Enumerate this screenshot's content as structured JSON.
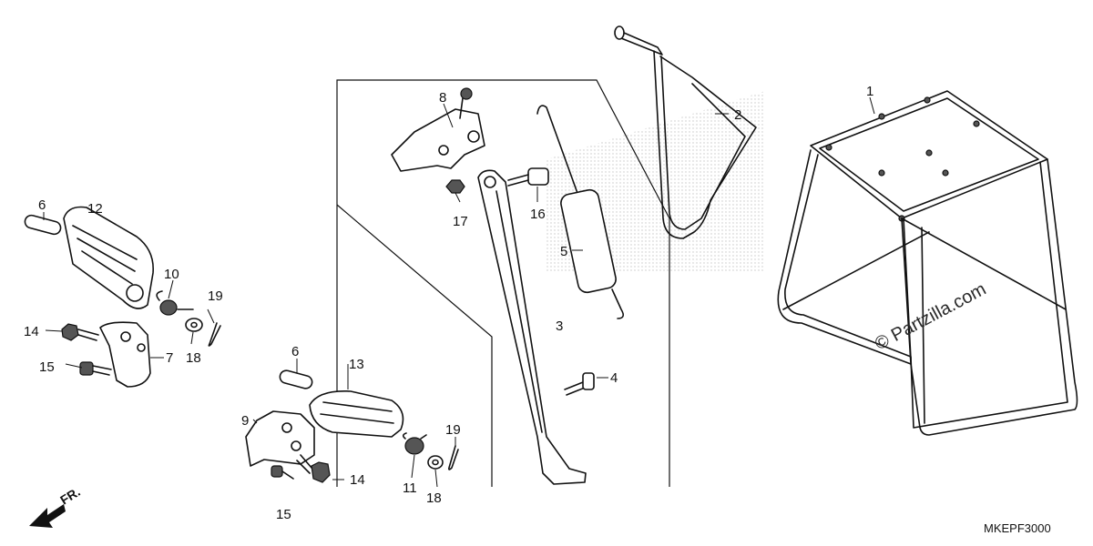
{
  "diagram": {
    "code": "MKEPF3000",
    "watermark": "© Partzilla.com",
    "front_label": "FR.",
    "callouts": {
      "c1": "1",
      "c2": "2",
      "c3": "3",
      "c4": "4",
      "c5": "5",
      "c6a": "6",
      "c6b": "6",
      "c7": "7",
      "c8": "8",
      "c9": "9",
      "c10": "10",
      "c11": "11",
      "c12": "12",
      "c13": "13",
      "c14a": "14",
      "c14b": "14",
      "c15a": "15",
      "c15b": "15",
      "c16": "16",
      "c17": "17",
      "c18a": "18",
      "c18b": "18",
      "c19a": "19",
      "c19b": "19"
    }
  }
}
